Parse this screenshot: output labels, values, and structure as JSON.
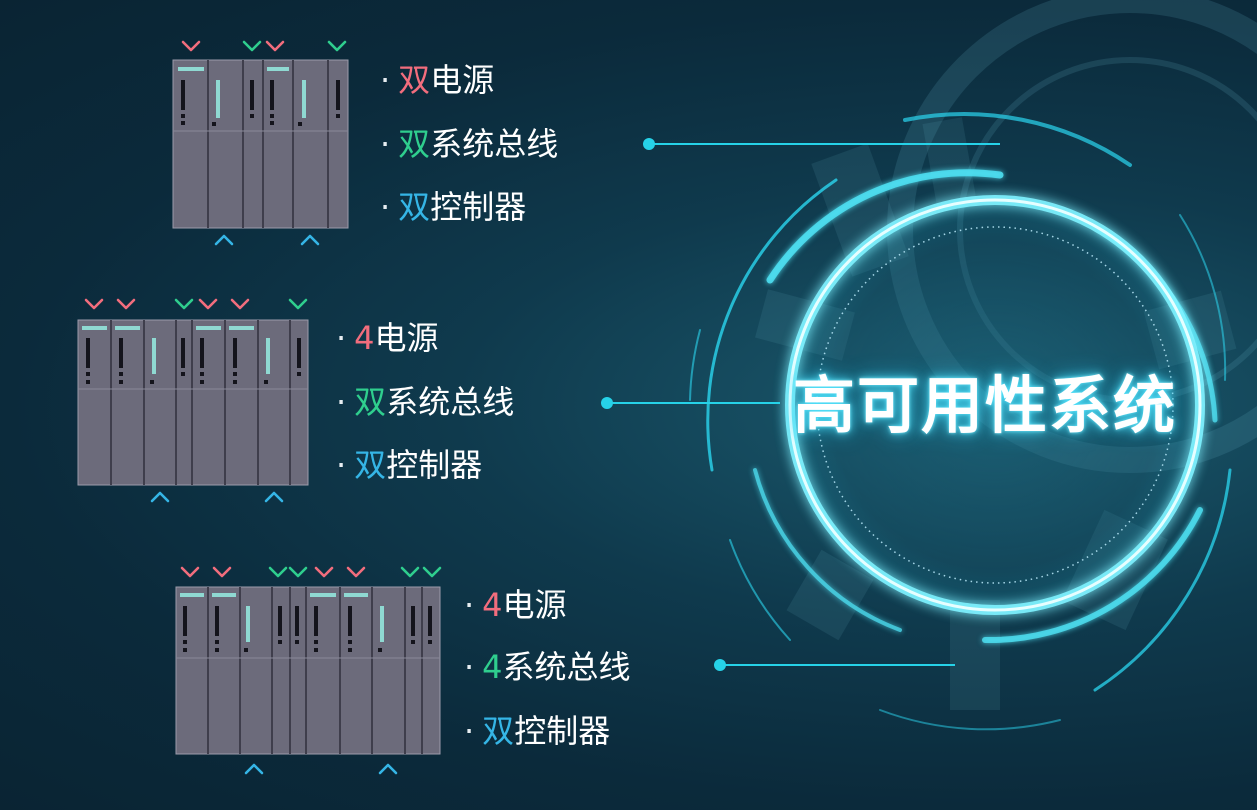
{
  "title": "高可用性系统",
  "colors": {
    "red": "#f26d7d",
    "green": "#2fce8e",
    "blue": "#35b5e6",
    "line": "#26d2e8",
    "module": "#6c6b7b"
  },
  "groups": [
    {
      "items": [
        {
          "bullet": "·",
          "prefix": "双",
          "prefix_color": "red",
          "suffix": "电源"
        },
        {
          "bullet": "·",
          "prefix": "双",
          "prefix_color": "green",
          "suffix": "系统总线"
        },
        {
          "bullet": "·",
          "prefix": "双",
          "prefix_color": "blue",
          "suffix": "控制器"
        }
      ]
    },
    {
      "items": [
        {
          "bullet": "·",
          "prefix": "4",
          "prefix_color": "red",
          "suffix": "电源"
        },
        {
          "bullet": "·",
          "prefix": "双",
          "prefix_color": "green",
          "suffix": "系统总线"
        },
        {
          "bullet": "·",
          "prefix": "双",
          "prefix_color": "blue",
          "suffix": "控制器"
        }
      ]
    },
    {
      "items": [
        {
          "bullet": "·",
          "prefix": "4",
          "prefix_color": "red",
          "suffix": "电源"
        },
        {
          "bullet": "·",
          "prefix": "4",
          "prefix_color": "green",
          "suffix": "系统总线"
        },
        {
          "bullet": "·",
          "prefix": "双",
          "prefix_color": "blue",
          "suffix": "控制器"
        }
      ]
    }
  ]
}
